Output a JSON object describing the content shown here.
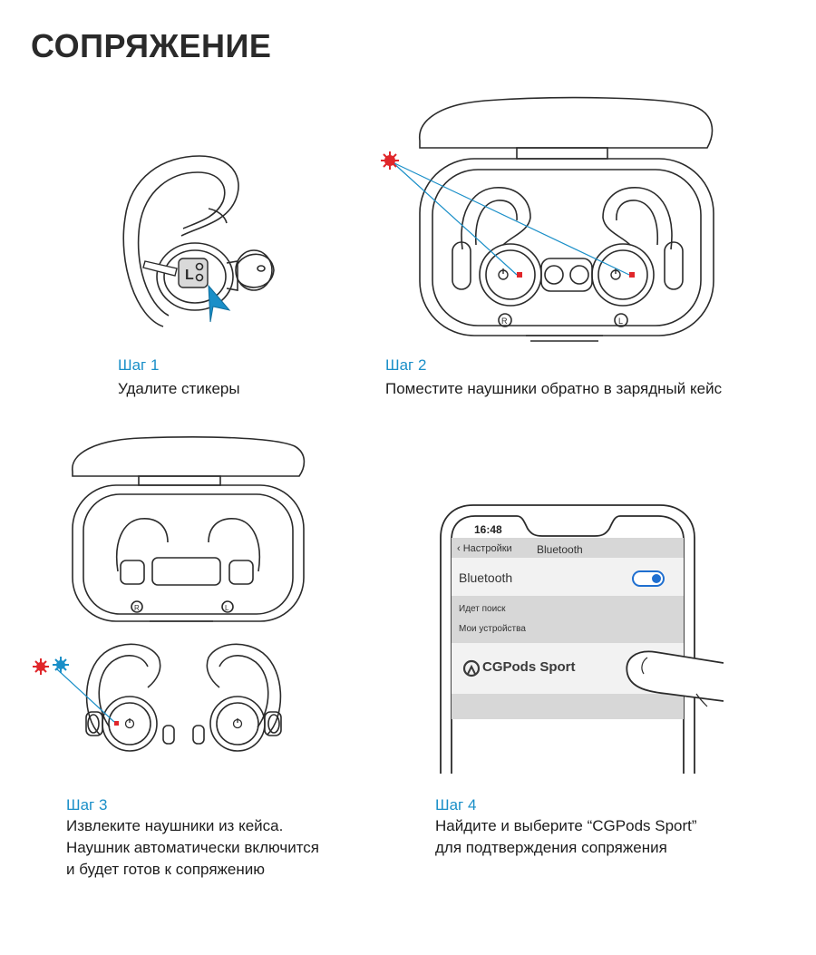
{
  "title": "СОПРЯЖЕНИЕ",
  "steps": [
    {
      "label": "Шаг 1",
      "lines": [
        "Удалите стикеры"
      ]
    },
    {
      "label": "Шаг 2",
      "lines": [
        "Поместите наушники обратно в зарядный кейс"
      ]
    },
    {
      "label": "Шаг 3",
      "lines": [
        "Извлеките наушники из кейса.",
        "Наушник автоматически включится",
        "и будет готов к сопряжению"
      ]
    },
    {
      "label": "Шаг 4",
      "lines": [
        "Найдите и выберите “CGPods Sport”",
        "для подтверждения сопряжения"
      ]
    }
  ],
  "phone": {
    "time": "16:48",
    "back_label": "Настройки",
    "header_title": "Bluetooth",
    "toggle_label": "Bluetooth",
    "toggle_on": true,
    "searching": "Идет поиск",
    "my_devices": "Мои устройства",
    "device_name": "CGPods Sport"
  },
  "case_marks": {
    "right": "R",
    "left": "L"
  },
  "colors": {
    "accent": "#1a8fc8",
    "led_red": "#e0262a",
    "led_blue": "#1a8fc8",
    "line": "#2b2b2b",
    "toggle": "#1f6fd0"
  }
}
